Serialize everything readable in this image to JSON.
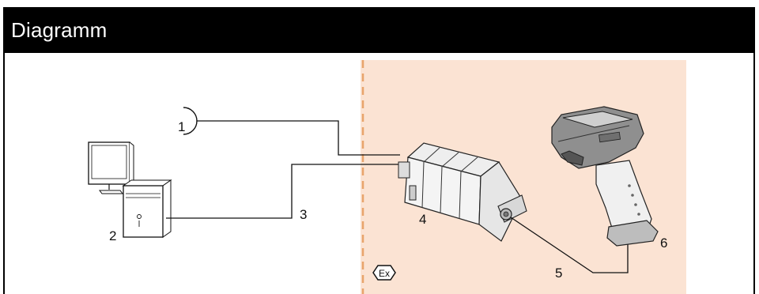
{
  "header": {
    "title": "Diagramm"
  },
  "diagram": {
    "callouts": [
      "1",
      "2",
      "3",
      "4",
      "5",
      "6"
    ],
    "icons": [
      "antenna-icon",
      "computer-icon",
      "cradle-icon",
      "barcode-scanner-icon",
      "ex-hazard-icon"
    ],
    "colors": {
      "header_background": "#000000",
      "hazard_zone": "#FBE3D3",
      "boundary_line": "#E8A46B",
      "line": "#111111"
    }
  }
}
